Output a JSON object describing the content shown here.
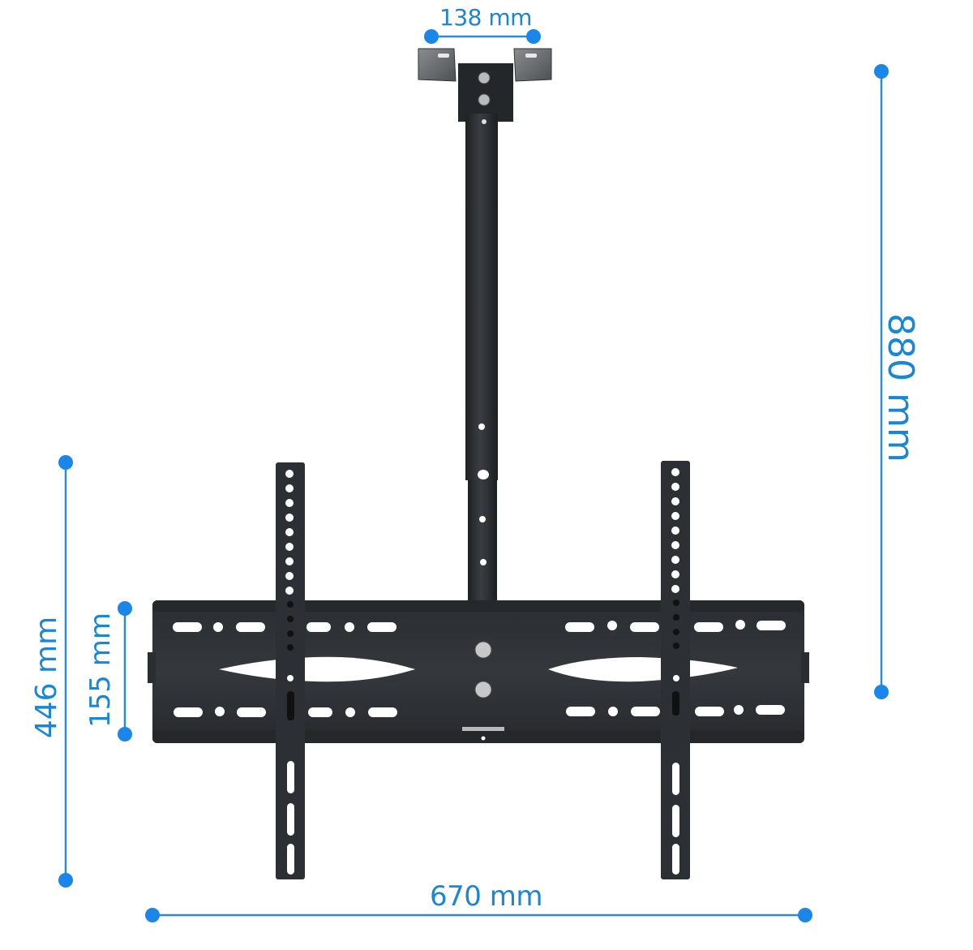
{
  "diagram": {
    "subject": "Ceiling TV mount bracket with telescopic pole",
    "accent_color": "#1a86d6",
    "metal_color": "#2f3236",
    "background_color": "#ffffff"
  },
  "dimensions": {
    "ceiling_plate_width": {
      "label": "138 mm",
      "value": 138,
      "unit": "mm",
      "orientation": "horizontal"
    },
    "total_height": {
      "label": "880 mm",
      "value": 880,
      "unit": "mm",
      "orientation": "vertical"
    },
    "bracket_height": {
      "label": "446 mm",
      "value": 446,
      "unit": "mm",
      "orientation": "vertical"
    },
    "plate_height": {
      "label": "155 mm",
      "value": 155,
      "unit": "mm",
      "orientation": "vertical"
    },
    "bracket_width": {
      "label": "670 mm",
      "value": 670,
      "unit": "mm",
      "orientation": "horizontal"
    }
  }
}
